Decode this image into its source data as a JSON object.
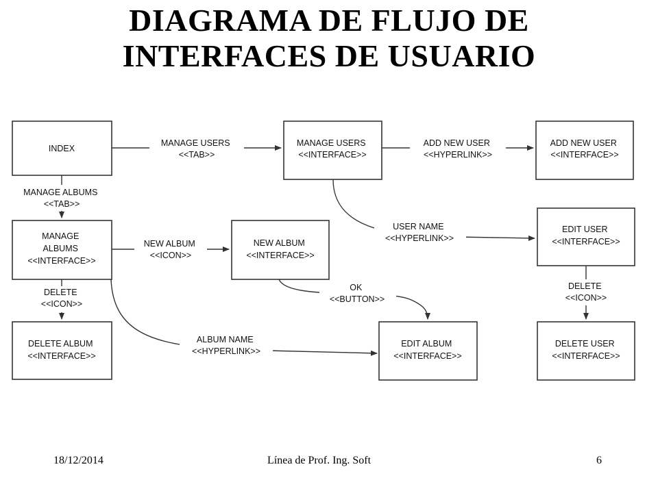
{
  "title": {
    "line1": "DIAGRAMA DE FLUJO DE",
    "line2": "INTERFACES DE USUARIO"
  },
  "nodes": {
    "index": [
      "INDEX"
    ],
    "manage_users": [
      "MANAGE USERS",
      "<<INTERFACE>>"
    ],
    "add_new_user": [
      "ADD NEW USER",
      "<<INTERFACE>>"
    ],
    "manage_albums": [
      "MANAGE",
      "ALBUMS",
      "<<INTERFACE>>"
    ],
    "new_album": [
      "NEW ALBUM",
      "<<INTERFACE>>"
    ],
    "edit_user": [
      "EDIT USER",
      "<<INTERFACE>>"
    ],
    "delete_album": [
      "DELETE ALBUM",
      "<<INTERFACE>>"
    ],
    "edit_album": [
      "EDIT ALBUM",
      "<<INTERFACE>>"
    ],
    "delete_user": [
      "DELETE USER",
      "<<INTERFACE>>"
    ]
  },
  "edges": {
    "manage_users_tab": [
      "MANAGE USERS",
      "<<TAB>>"
    ],
    "add_new_user_link": [
      "ADD NEW USER",
      "<<HYPERLINK>>"
    ],
    "manage_albums_tab": [
      "MANAGE ALBUMS",
      "<<TAB>>"
    ],
    "new_album_icon": [
      "NEW ALBUM",
      "<<ICON>>"
    ],
    "user_name_link": [
      "USER NAME",
      "<<HYPERLINK>>"
    ],
    "ok_button": [
      "OK",
      "<<BUTTON>>"
    ],
    "delete_album_icon": [
      "DELETE",
      "<<ICON>>"
    ],
    "delete_user_icon": [
      "DELETE",
      "<<ICON>>"
    ],
    "album_name_link": [
      "ALBUM NAME",
      "<<HYPERLINK>>"
    ]
  },
  "footer": {
    "date": "18/12/2014",
    "center": "Línea de Prof. Ing. Soft",
    "page": "6"
  }
}
